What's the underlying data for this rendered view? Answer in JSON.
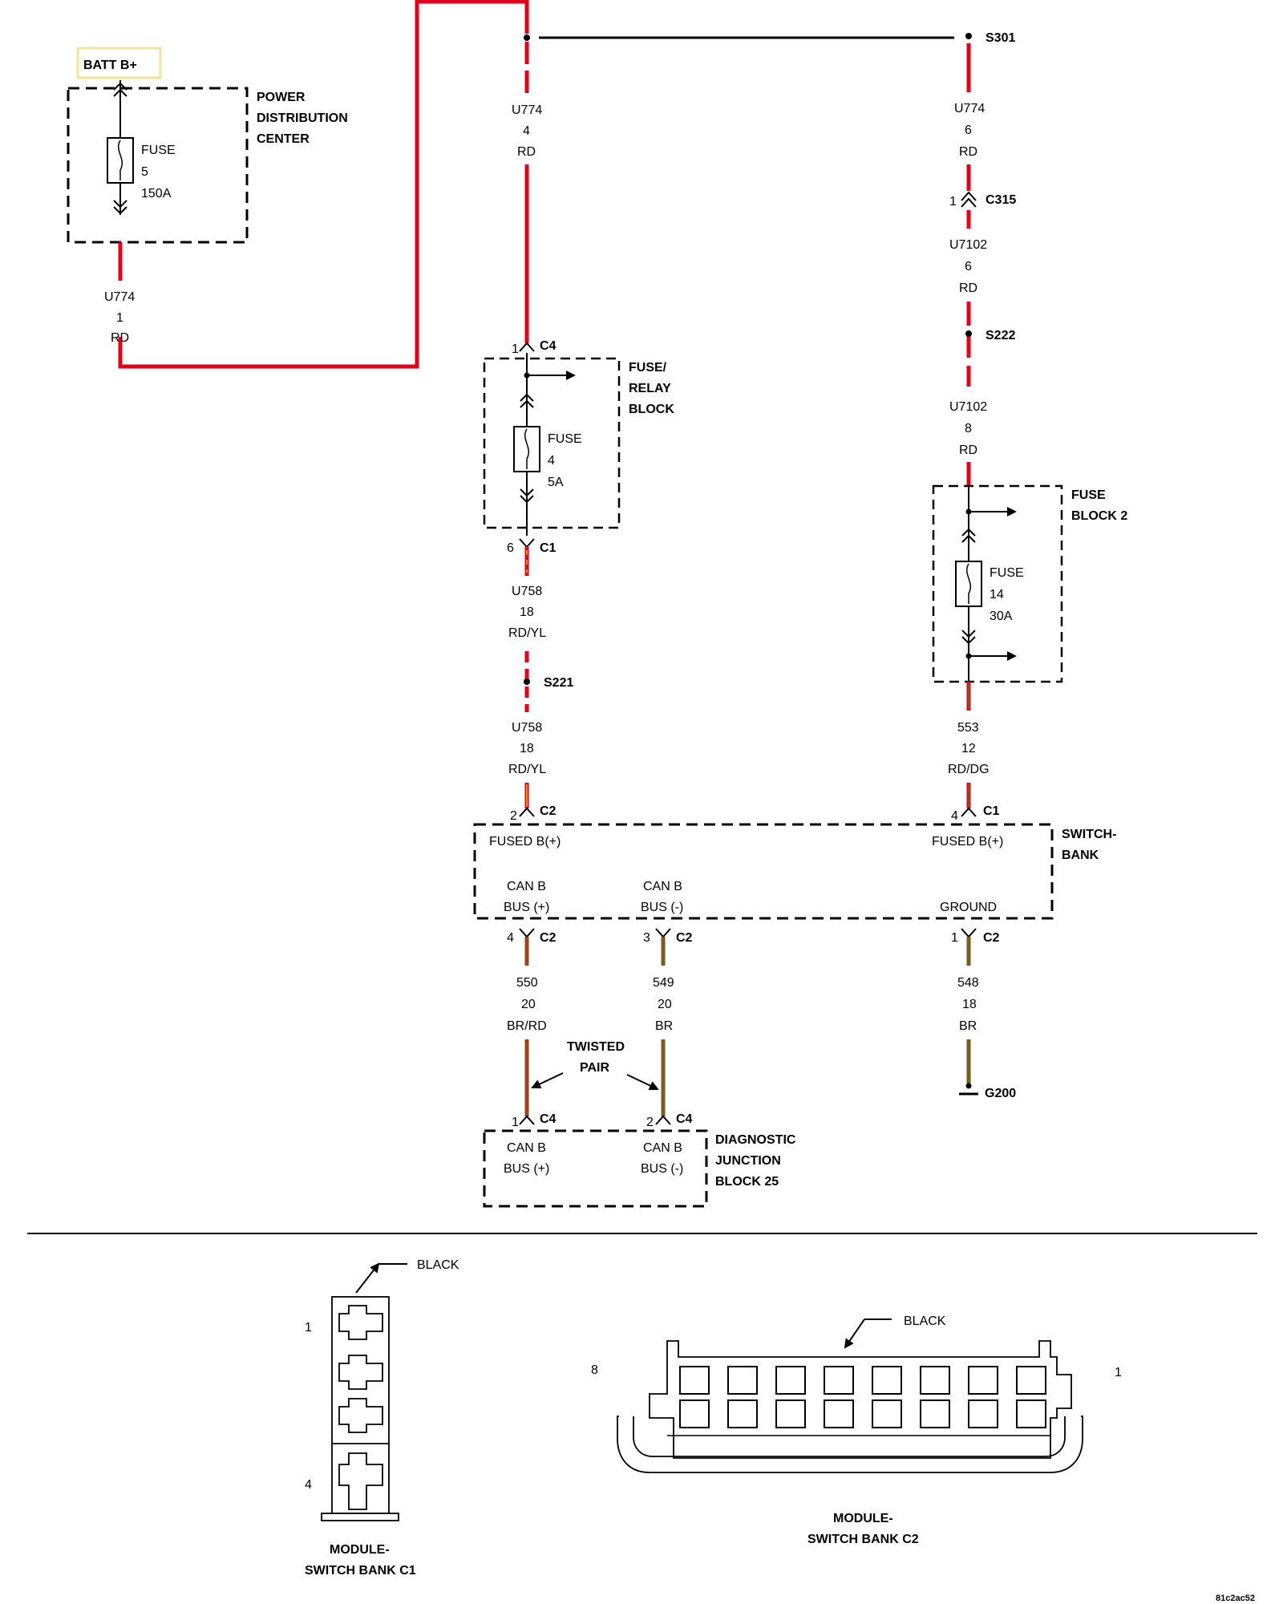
{
  "colors": {
    "red": "#e3001b",
    "yellow": "#f5c400",
    "brown": "#8b4a10",
    "brown_red_stripe": "#c0392b",
    "dark_green": "#4a7a1e",
    "olive_brown": "#7a5c1e",
    "black": "#000000",
    "batt_box": "#f3e3a0"
  },
  "labels": {
    "batt": "BATT B+",
    "pdc": [
      "POWER",
      "DISTRIBUTION",
      "CENTER"
    ],
    "fuse5": [
      "FUSE",
      "5",
      "150A"
    ],
    "fuse4": [
      "FUSE",
      "4",
      "5A"
    ],
    "fuse14": [
      "FUSE",
      "14",
      "30A"
    ],
    "frb": [
      "FUSE/",
      "RELAY",
      "BLOCK"
    ],
    "fb2": [
      "FUSE",
      "BLOCK 2"
    ],
    "switchbank": [
      "SWITCH-",
      "BANK"
    ],
    "djb": [
      "DIAGNOSTIC",
      "JUNCTION",
      "BLOCK 25"
    ],
    "twisted": [
      "TWISTED",
      "PAIR"
    ],
    "sb_fused_left": "FUSED B(+)",
    "sb_fused_right": "FUSED B(+)",
    "sb_canb_plus": [
      "CAN B",
      "BUS (+)"
    ],
    "sb_canb_minus": [
      "CAN B",
      "BUS (-)"
    ],
    "sb_ground": "GROUND",
    "djb_canb_plus": [
      "CAN B",
      "BUS (+)"
    ],
    "djb_canb_minus": [
      "CAN B",
      "BUS (-)"
    ],
    "ground": "G200",
    "splices": {
      "s301": "S301",
      "s222": "S222",
      "s221": "S221"
    },
    "connector_c315": "C315",
    "image_code": "81c2ac52"
  },
  "wires": {
    "u774_pdc": [
      "U774",
      "1",
      "RD"
    ],
    "u774_c4": [
      "U774",
      "4",
      "RD"
    ],
    "u774_s301": [
      "U774",
      "6",
      "RD"
    ],
    "u7102_a": [
      "U7102",
      "6",
      "RD"
    ],
    "u7102_b": [
      "U7102",
      "8",
      "RD"
    ],
    "u758_a": [
      "U758",
      "18",
      "RD/YL"
    ],
    "u758_b": [
      "U758",
      "18",
      "RD/YL"
    ],
    "w553": [
      "553",
      "12",
      "RD/DG"
    ],
    "w550": [
      "550",
      "20",
      "BR/RD"
    ],
    "w549": [
      "549",
      "20",
      "BR"
    ],
    "w548": [
      "548",
      "18",
      "BR"
    ]
  },
  "pins": {
    "frb_c4": {
      "pin": "1",
      "conn": "C4"
    },
    "frb_c1": {
      "pin": "6",
      "conn": "C1"
    },
    "sb_c2_top": {
      "pin": "2",
      "conn": "C2"
    },
    "sb_c1_top": {
      "pin": "4",
      "conn": "C1"
    },
    "sb_c2_p4": {
      "pin": "4",
      "conn": "C2"
    },
    "sb_c2_p3": {
      "pin": "3",
      "conn": "C2"
    },
    "sb_c2_p1": {
      "pin": "1",
      "conn": "C2"
    },
    "djb_c4_p1": {
      "pin": "1",
      "conn": "C4"
    },
    "djb_c4_p2": {
      "pin": "2",
      "conn": "C4"
    },
    "c315": {
      "pin": "1",
      "conn": "C315"
    }
  },
  "connector_views": {
    "c1": {
      "color": "BLACK",
      "pin_top": "1",
      "pin_bottom": "4",
      "name": [
        "MODULE-",
        "SWITCH BANK C1"
      ]
    },
    "c2": {
      "color": "BLACK",
      "pin_left": "8",
      "pin_right": "1",
      "name": [
        "MODULE-",
        "SWITCH BANK C2"
      ]
    }
  }
}
